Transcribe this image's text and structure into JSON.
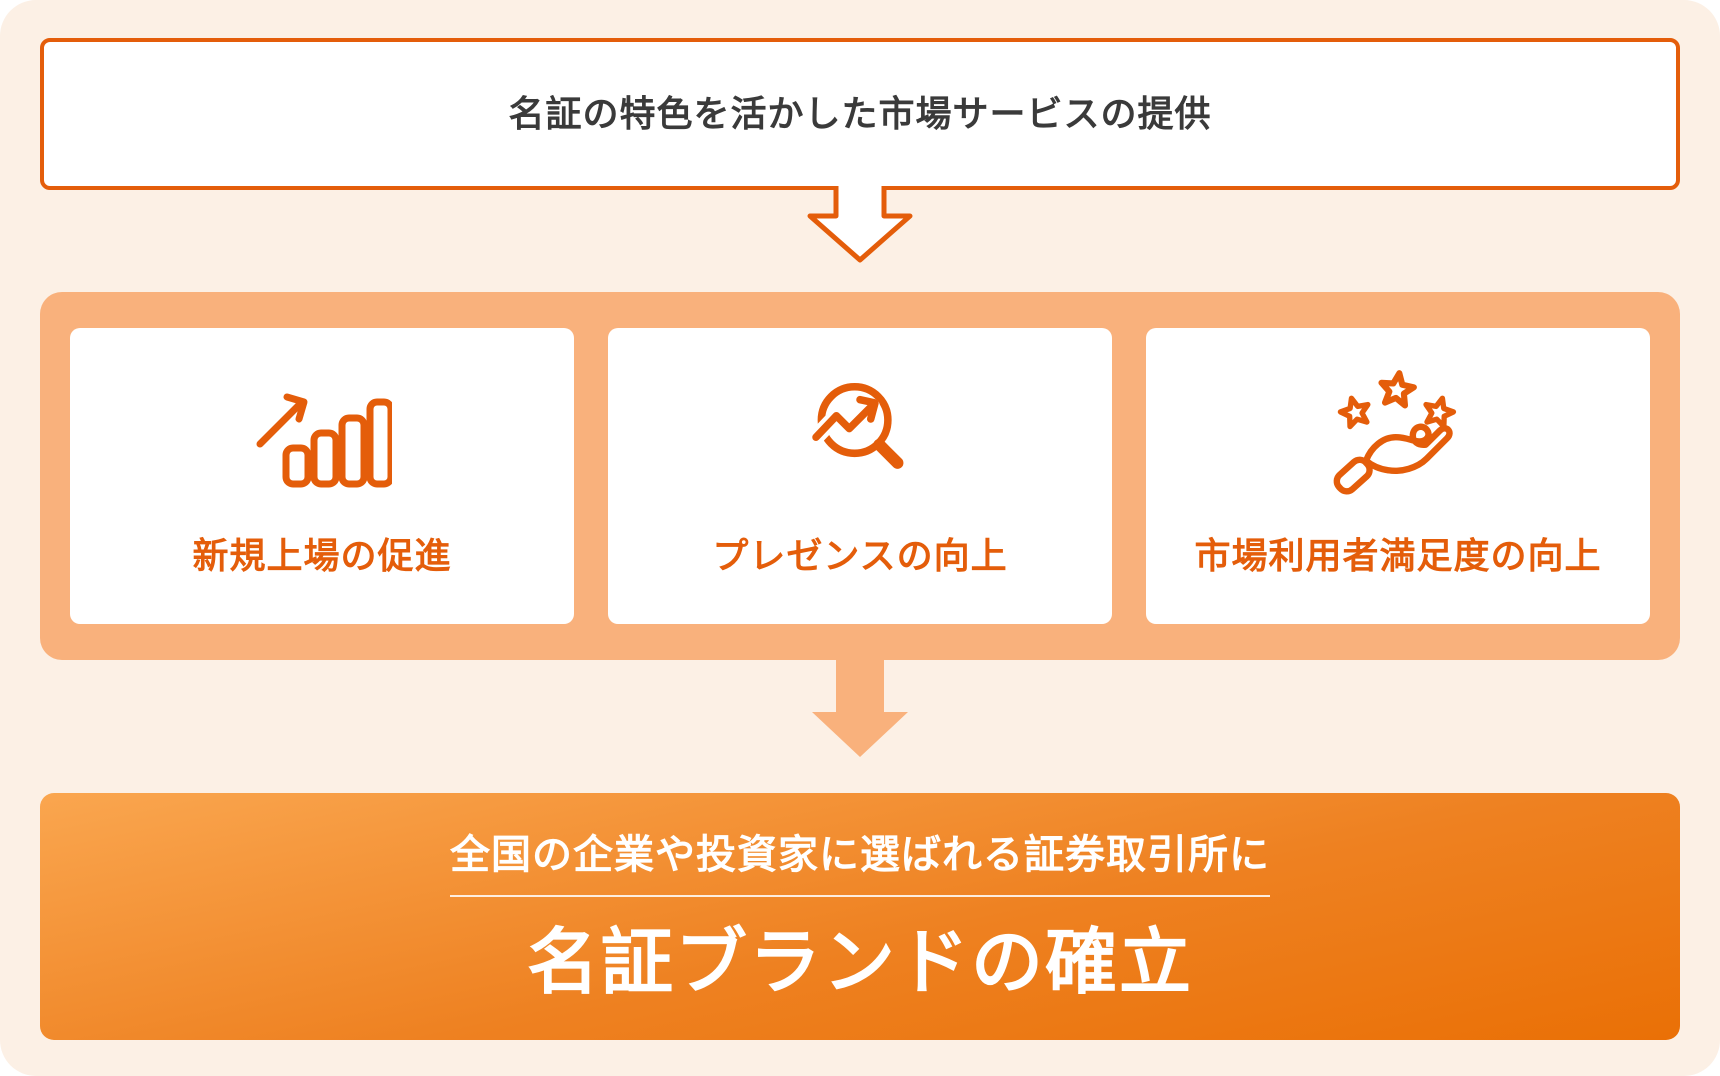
{
  "colors": {
    "accent": "#e45d0a",
    "light-orange": "#f9b17c",
    "peach": "#fcf0e5",
    "ink": "#3a3a3a",
    "grad-top": "#faa64f",
    "grad-bottom": "#ea7006",
    "white": "#ffffff"
  },
  "top_box": {
    "label": "名証の特色を活かした市場サービスの提供"
  },
  "cards": [
    {
      "icon": "growth-chart-icon",
      "label": "新規上場の促進"
    },
    {
      "icon": "magnifier-trend-icon",
      "label": "プレゼンスの向上"
    },
    {
      "icon": "hand-stars-icon",
      "label": "市場利用者満足度の向上"
    }
  ],
  "result_box": {
    "subtitle": "全国の企業や投資家に選ばれる証券取引所に",
    "title": "名証ブランドの確立"
  }
}
